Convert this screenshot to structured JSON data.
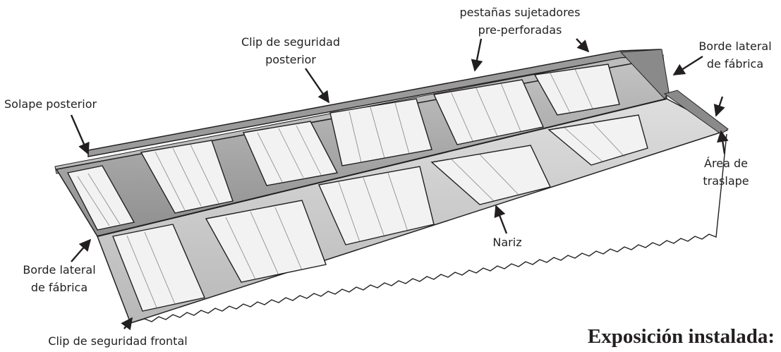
{
  "labels": {
    "fasteners_line1": "pestañas sujetadores",
    "fasteners_line2": "pre-perforadas",
    "rear_clip_line1": "Clip de seguridad",
    "rear_clip_line2": "posterior",
    "side_edge_right_line1": "Borde lateral",
    "side_edge_right_line2": "de fábrica",
    "rear_lap": "Solape posterior",
    "overlap_line1": "Área de",
    "overlap_line2": "traslape",
    "nose": "Nariz",
    "side_edge_left_line1": "Borde lateral",
    "side_edge_left_line2": "de fábrica",
    "front_clip": "Clip de seguridad frontal"
  },
  "caption": "Exposición instalada:",
  "colors": {
    "ink": "#231f20",
    "panel_upper": "#a9a9a9",
    "panel_lower": "#d2d2d2",
    "tile": "#f2f2f2"
  }
}
